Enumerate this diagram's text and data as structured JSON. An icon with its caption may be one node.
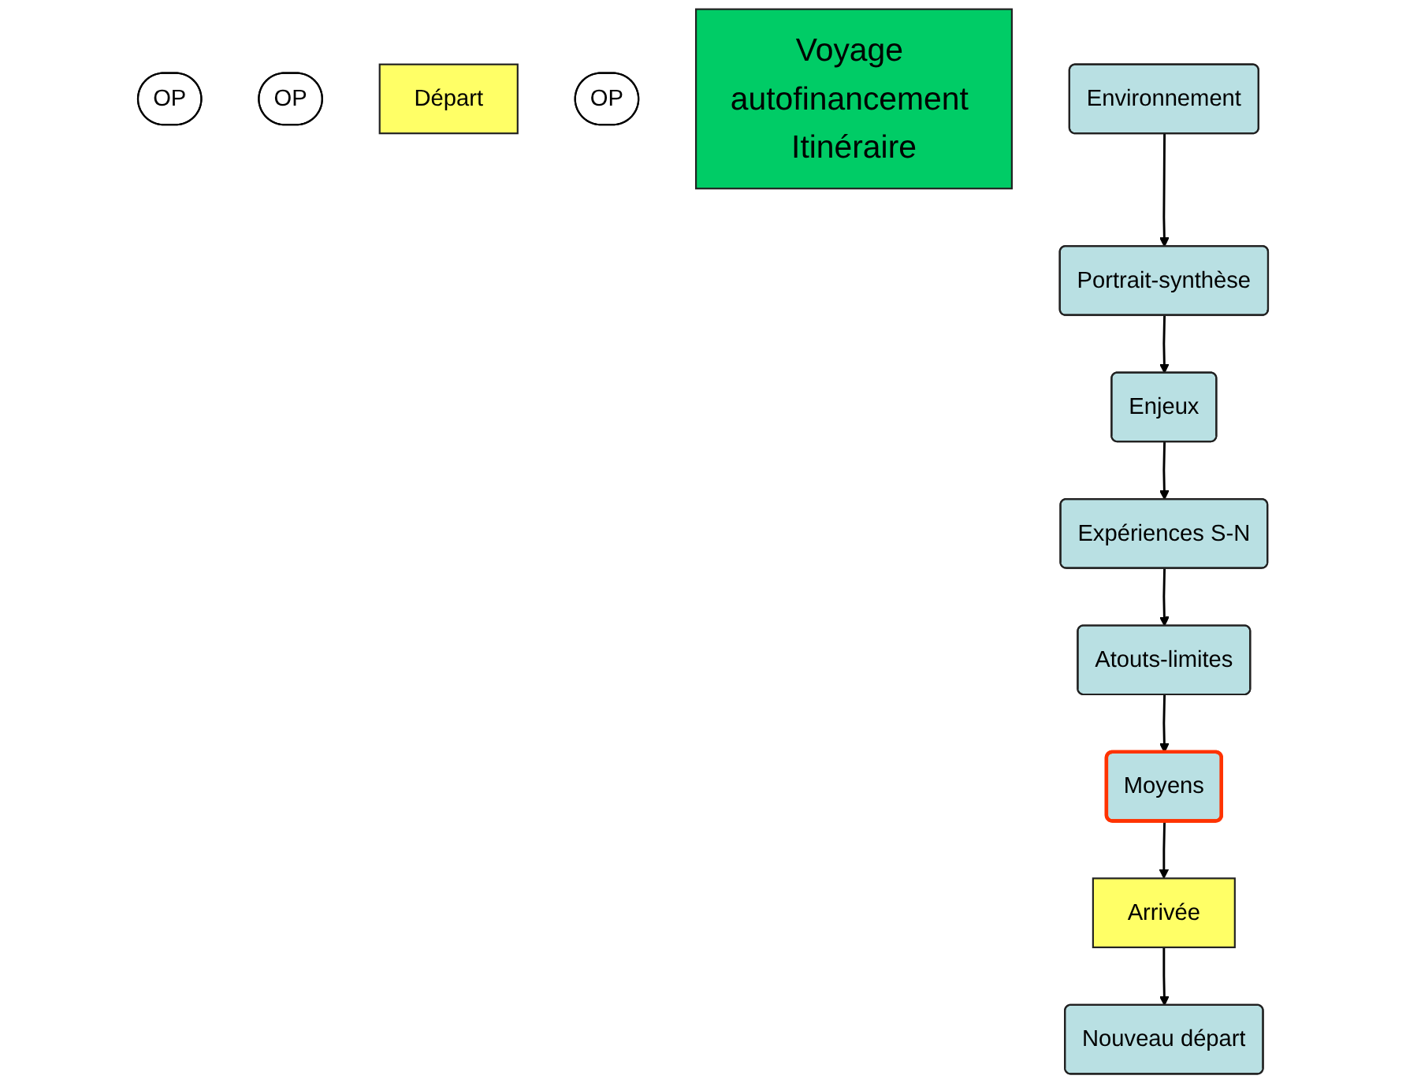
{
  "diagram": {
    "nodes": [
      {
        "text": [
          "OP"
        ]
      },
      {
        "text": [
          "OP"
        ]
      },
      {
        "text": [
          "Départ"
        ]
      },
      {
        "text": [
          "OP"
        ]
      },
      {
        "text": [
          "Voyage autofinancement Itinéraire"
        ]
      },
      {
        "text": [
          "Environnement"
        ]
      },
      {
        "text": [
          "Portrait-synthèse"
        ]
      },
      {
        "text": [
          "Enjeux"
        ]
      },
      {
        "text": [
          "Expériences S-N"
        ]
      },
      {
        "text": [
          "Atouts-limites"
        ]
      },
      {
        "text": [
          "Moyens"
        ]
      },
      {
        "text": [
          "Arrivée"
        ]
      },
      {
        "text": [
          "Nouveau départ"
        ]
      }
    ],
    "edges": [
      {
        "from": 5,
        "to": 6,
        "arrow": "to"
      },
      {
        "from": 6,
        "to": 7,
        "arrow": "to"
      },
      {
        "from": 7,
        "to": 8,
        "arrow": "to"
      },
      {
        "from": 8,
        "to": 9,
        "arrow": "to"
      },
      {
        "from": 9,
        "to": 10,
        "arrow": "to"
      },
      {
        "from": 10,
        "to": 11,
        "arrow": "to"
      },
      {
        "from": 11,
        "to": 12,
        "arrow": "to"
      }
    ]
  }
}
